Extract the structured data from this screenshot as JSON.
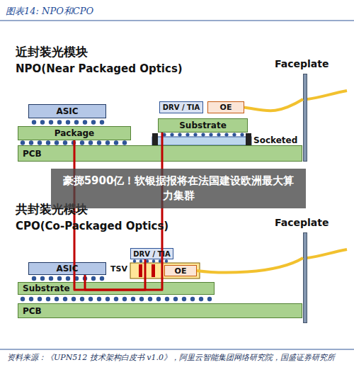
{
  "diagram": {
    "title": "图表14: NPO和CPO",
    "caption": "资料来源：《UPN512 技术架构白皮书 v1.0》，阿里云智能集团网络研究院，国盛证券研究所",
    "nodes": [
      {
        "text": [
          "ASIC"
        ]
      },
      {
        "text": [
          "Package"
        ]
      },
      {
        "text": [
          "DRV / TIA"
        ]
      },
      {
        "text": [
          "OE"
        ]
      },
      {
        "text": [
          "Substrate"
        ]
      },
      {
        "text": [
          "PCB"
        ]
      },
      {
        "text": [
          "Faceplate"
        ]
      },
      {
        "text": [
          "豪掷5900亿！软银据报将在法国建设欧洲最大算力集群"
        ]
      },
      {
        "text": [
          "ASIC"
        ]
      },
      {
        "text": [
          "DRV / TIA"
        ]
      },
      {
        "text": [
          "OE"
        ]
      },
      {
        "text": [
          "Substrate"
        ]
      },
      {
        "text": [
          "PCB"
        ]
      },
      {
        "text": [
          "Faceplate"
        ]
      }
    ],
    "edges": [
      {
        "from": 1,
        "to": 4,
        "arrow": "none"
      },
      {
        "from": 3,
        "to": 6,
        "arrow": "none"
      },
      {
        "from": 8,
        "to": 9,
        "arrow": "none"
      },
      {
        "from": 10,
        "to": 13,
        "arrow": "none"
      }
    ],
    "labels": [
      "近封装光模块",
      "NPO(Near Packaged Optics)",
      "Socketed",
      "共封装光模块",
      "CPO(Co-Packaged Optics)",
      "TSV"
    ]
  }
}
